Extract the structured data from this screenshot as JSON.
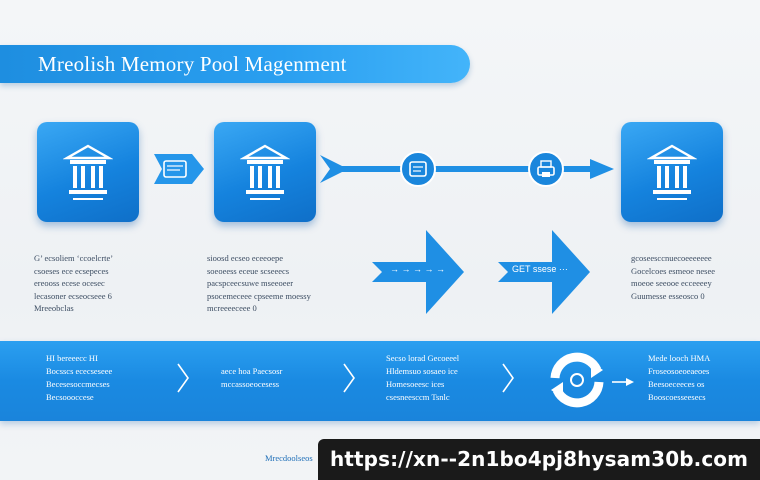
{
  "title": "Mreolish Memory Pool Magenment",
  "tiles": [
    {
      "icon": "bank-building-icon"
    },
    {
      "icon": "bank-building-icon"
    },
    {
      "icon": "bank-building-icon"
    }
  ],
  "flow_icons": [
    "document-stack-icon",
    "printer-icon"
  ],
  "big_arrows": [
    {
      "label": "→ → → → →"
    },
    {
      "label": "GET ssese ···"
    }
  ],
  "notes": {
    "col1": "G’ ecsoliem ‘ccoelcrte’\ncsoeses ece ecsepeces\nereooss ecese ocesec\nlecasoner ecseocseee 6\nMreeobclas",
    "col2": "sioosd ecseo eceeoepe\nsoeoeess eceue scseeecs\npacspceecsuwe mseeoeer\npsocemeceee cpseeme moessy\nmcreeeeceee 0",
    "col3": "gcoseesccnuecoeeeeeee\nGocelcoes esmeoe nesee\nmoeoe seeooe ecceeeey\nGuumesse esseosco 0"
  },
  "band": {
    "col1": "HI bereeecc HI\nBocsscs ececseseee\nBecesesoccmecses\nBecsoooccese",
    "col2": "aece hoa Paecsosr\nmccassoeocesess",
    "col3": "Secso lorad Gecoeeel\nHldemsuo sosaeo ice\nHomesoeesc ices\ncsesneesccm Tsnlc",
    "col4": "Mede looch HMA\nFroseosoeoeaeoes\nBeesoeceeces os\nBooscoesseesecs"
  },
  "footer_caption": "Mrecdoolseos",
  "url": "https://xn--2n1bo4pj8hysam30b.com",
  "colors": {
    "accent": "#1a8ae2",
    "accent_light": "#43b4fa",
    "background": "#f2f4f6",
    "text_dark": "#3c4d62",
    "url_badge": "#1a1a1a"
  }
}
